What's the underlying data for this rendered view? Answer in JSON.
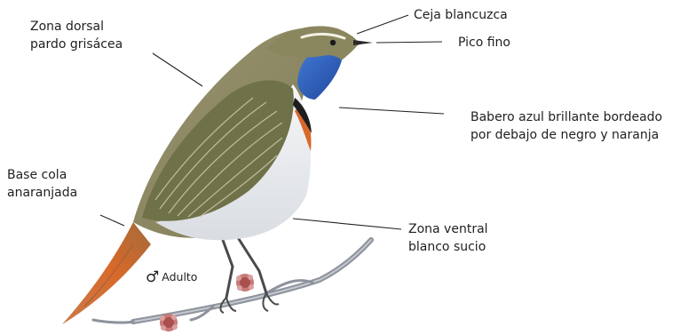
{
  "annotations": {
    "dorsal": {
      "line1": "Zona dorsal",
      "line2": "pardo grisácea"
    },
    "eyebrow": "Ceja blancuzca",
    "beak": "Pico fino",
    "bib": {
      "line1": "Babero azul brillante bordeado",
      "line2": "por debajo de negro y  naranja"
    },
    "tail": {
      "line1": "Base cola",
      "line2": "anaranjada"
    },
    "ventral": {
      "line1": "Zona ventral",
      "line2": "blanco sucio"
    }
  },
  "sex_label": {
    "symbol": "♂",
    "text": "Adulto"
  },
  "colors": {
    "back": "#8f8a63",
    "wing": "#6d7046",
    "bib_blue": "#2f5fb5",
    "orange": "#d8692a",
    "belly": "#eceff0",
    "branch": "#9a9ea8",
    "flower": "#b45a5a"
  },
  "icons": [
    "bluethroat-illustration",
    "branch-illustration",
    "flower-bud-icon",
    "male-symbol-icon"
  ]
}
